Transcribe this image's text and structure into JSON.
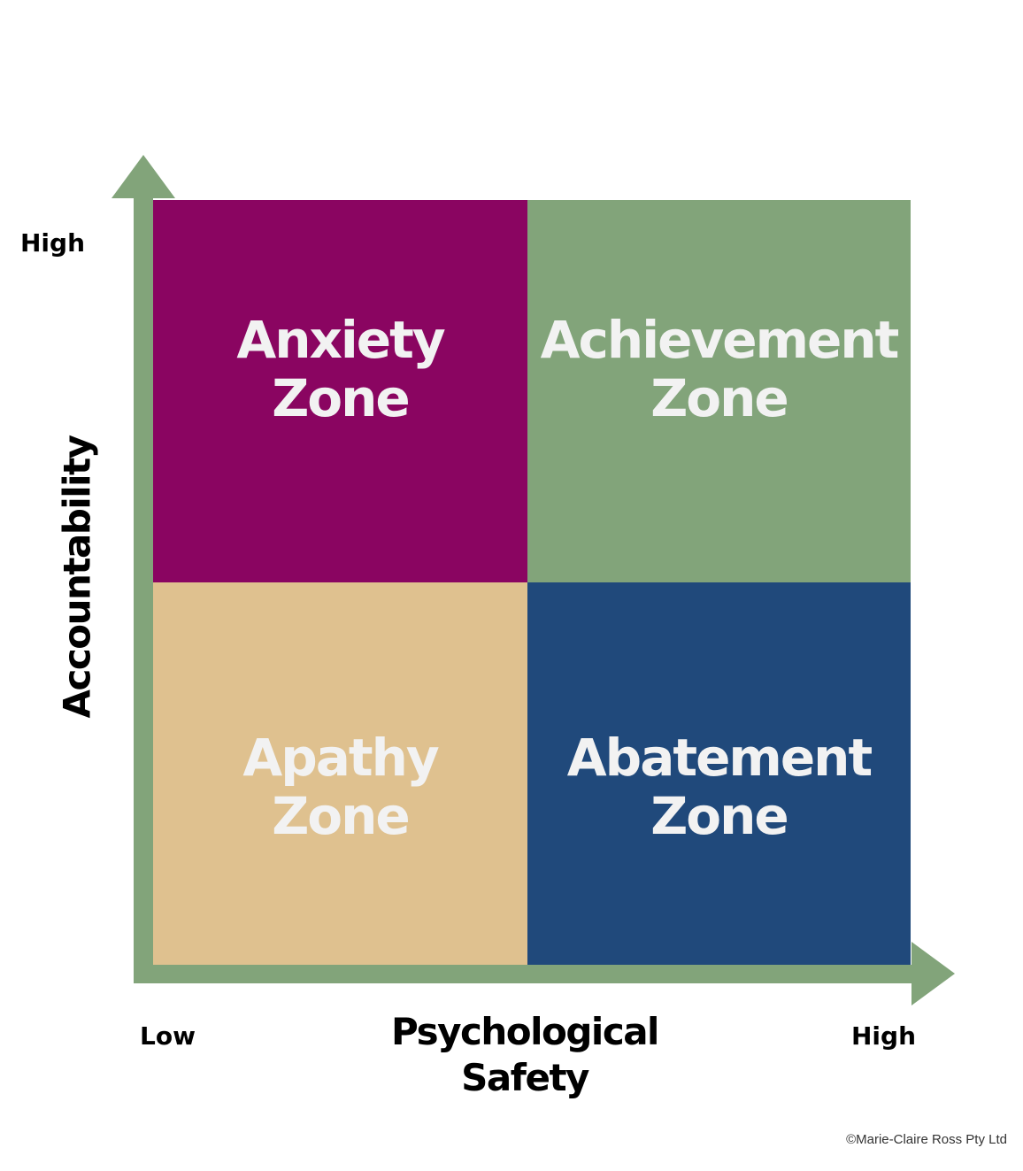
{
  "quadrants": {
    "anxiety": {
      "line1": "Anxiety",
      "line2": "Zone",
      "color": "#8a0561"
    },
    "achievement": {
      "line1": "Achievement",
      "line2": "Zone",
      "color": "#82a47a"
    },
    "apathy": {
      "line1": "Apathy",
      "line2": "Zone",
      "color": "#dfc18f"
    },
    "abatement": {
      "line1": "Abatement",
      "line2": "Zone",
      "color": "#20497b"
    }
  },
  "axes": {
    "color": "#82a47a",
    "y_title": "Accountability",
    "y_high": "High",
    "x_title_line1": "Psychological",
    "x_title_line2": "Safety",
    "x_low": "Low",
    "x_high": "High"
  },
  "copyright": "©Marie-Claire Ross Pty Ltd"
}
